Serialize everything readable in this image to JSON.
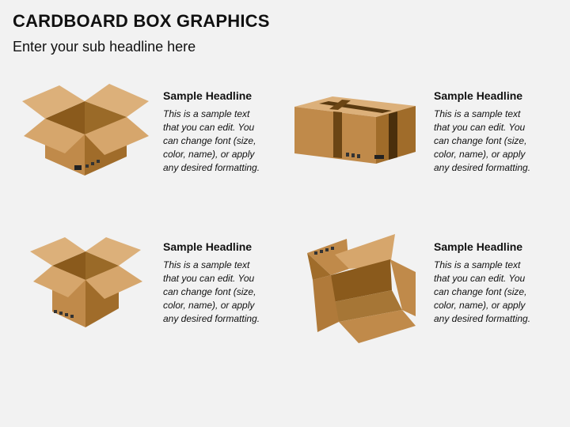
{
  "title": "CARDBOARD BOX GRAPHICS",
  "subtitle": "Enter your sub headline here",
  "items": [
    {
      "icon": "open-box-icon",
      "headline": "Sample Headline",
      "text": "This is a sample text\nthat you can edit. You\ncan change font (size,\ncolor, name), or apply\nany desired formatting."
    },
    {
      "icon": "taped-box-icon",
      "headline": "Sample Headline",
      "text": "This is a sample text\nthat you can edit. You\ncan change font (size,\ncolor, name), or apply\nany desired formatting."
    },
    {
      "icon": "open-box-small-icon",
      "headline": "Sample Headline",
      "text": "This is a sample text\nthat you can edit. You\ncan change font (size,\ncolor, name), or apply\nany desired formatting."
    },
    {
      "icon": "tilted-open-box-icon",
      "headline": "Sample Headline",
      "text": "This is a sample text\nthat you can edit. You\ncan change font (size,\ncolor, name), or apply\nany desired formatting."
    }
  ],
  "colors": {
    "background": "#f2f2f2",
    "box_light": "#dcb07a",
    "box_mid": "#c08a4a",
    "box_dark": "#a06c2a",
    "box_inner": "#8a5a1c",
    "tape": "#5a3a10"
  }
}
